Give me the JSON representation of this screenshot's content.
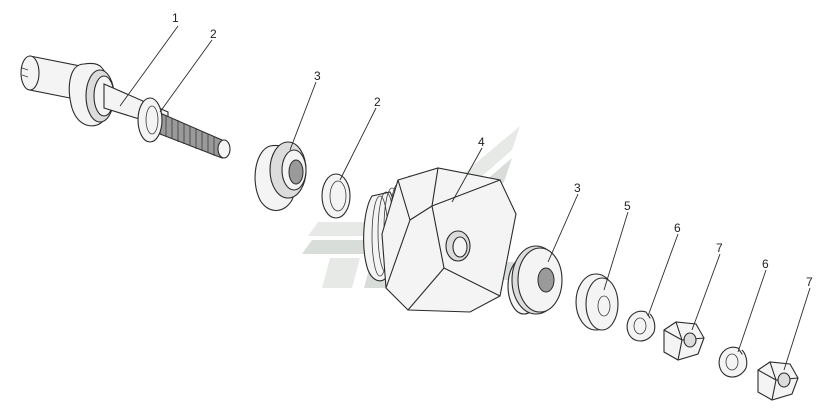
{
  "diagram": {
    "callouts": [
      {
        "id": "c1",
        "text": "1"
      },
      {
        "id": "c2a",
        "text": "2"
      },
      {
        "id": "c3a",
        "text": "3"
      },
      {
        "id": "c2b",
        "text": "2"
      },
      {
        "id": "c4",
        "text": "4"
      },
      {
        "id": "c3b",
        "text": "3"
      },
      {
        "id": "c5",
        "text": "5"
      },
      {
        "id": "c6a",
        "text": "6"
      },
      {
        "id": "c7a",
        "text": "7"
      },
      {
        "id": "c6b",
        "text": "6"
      },
      {
        "id": "c7b",
        "text": "7"
      }
    ],
    "colors": {
      "line": "#2b2b2b",
      "watermark": "#dfe3df",
      "background": "#ffffff"
    }
  }
}
